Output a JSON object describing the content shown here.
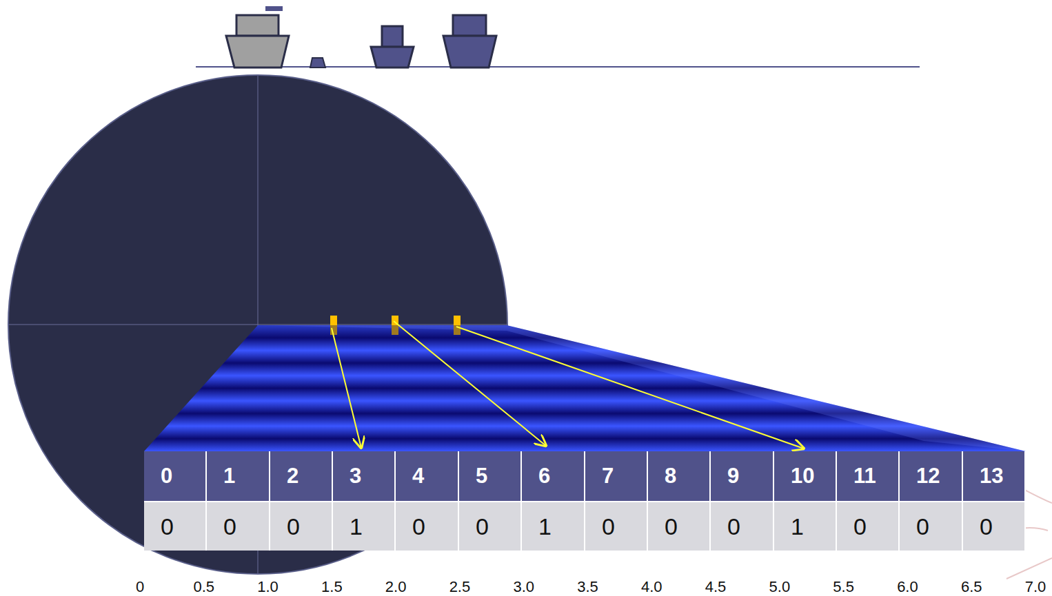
{
  "diagram": {
    "labels": [
      "0",
      "1",
      "2",
      "3",
      "4",
      "5",
      "6",
      "7",
      "8",
      "9",
      "10",
      "11",
      "12",
      "13",
      "0",
      "0",
      "0",
      "1",
      "0",
      "0",
      "1",
      "0",
      "0",
      "0",
      "1",
      "0",
      "0",
      "0",
      "0",
      "0.5",
      "1.0",
      "1.5",
      "2.0",
      "2.5",
      "3.0",
      "3.5",
      "4.0",
      "4.5",
      "5.0",
      "5.5",
      "6.0",
      "6.5",
      "7.0"
    ]
  }
}
